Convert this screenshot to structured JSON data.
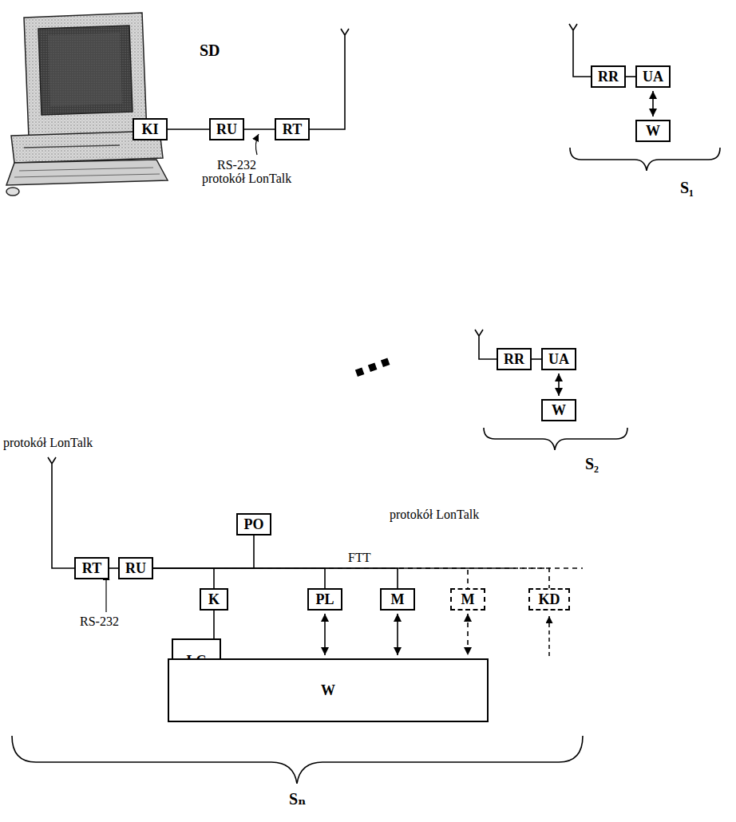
{
  "diagram": {
    "nodes": [
      {
        "text": [
          "KI"
        ]
      },
      {
        "text": [
          "RU"
        ]
      },
      {
        "text": [
          "RT"
        ]
      },
      {
        "text": [
          "RR"
        ]
      },
      {
        "text": [
          "UA"
        ]
      },
      {
        "text": [
          "W"
        ]
      },
      {
        "text": [
          "RR"
        ]
      },
      {
        "text": [
          "UA"
        ]
      },
      {
        "text": [
          "W"
        ]
      },
      {
        "text": [
          "RT"
        ]
      },
      {
        "text": [
          "RU"
        ]
      },
      {
        "text": [
          "PO"
        ]
      },
      {
        "text": [
          "K"
        ]
      },
      {
        "text": [
          "LC"
        ]
      },
      {
        "text": [
          "PL"
        ]
      },
      {
        "text": [
          "M"
        ]
      },
      {
        "text": [
          "M"
        ]
      },
      {
        "text": [
          "KD"
        ]
      },
      {
        "text": [
          "W"
        ]
      }
    ],
    "edges": [
      {
        "from": 0,
        "to": 1,
        "arrow": "none"
      },
      {
        "from": 1,
        "to": 2,
        "arrow": "none"
      },
      {
        "from": 3,
        "to": 4,
        "arrow": "none"
      },
      {
        "from": 4,
        "to": 5,
        "arrow": "both"
      },
      {
        "from": 6,
        "to": 7,
        "arrow": "none"
      },
      {
        "from": 7,
        "to": 8,
        "arrow": "both"
      },
      {
        "from": 9,
        "to": 10,
        "arrow": "none"
      },
      {
        "from": 10,
        "to": 11,
        "arrow": "none"
      },
      {
        "from": 10,
        "to": 12,
        "arrow": "none"
      },
      {
        "from": 10,
        "to": 14,
        "arrow": "none"
      },
      {
        "from": 10,
        "to": 15,
        "arrow": "none"
      },
      {
        "from": 10,
        "to": 16,
        "arrow": "none"
      },
      {
        "from": 10,
        "to": 17,
        "arrow": "none"
      },
      {
        "from": 12,
        "to": 13,
        "arrow": "none"
      },
      {
        "from": 14,
        "to": 18,
        "arrow": "both"
      },
      {
        "from": 15,
        "to": 18,
        "arrow": "both"
      },
      {
        "from": 16,
        "to": 18,
        "arrow": "both"
      }
    ],
    "labels": [
      "SD",
      "RS-232",
      "protokół LonTalk",
      "S₁",
      "S₂",
      "protokół LonTalk",
      "protokół LonTalk",
      "FTT",
      "RS-232",
      "Sₙ"
    ]
  }
}
